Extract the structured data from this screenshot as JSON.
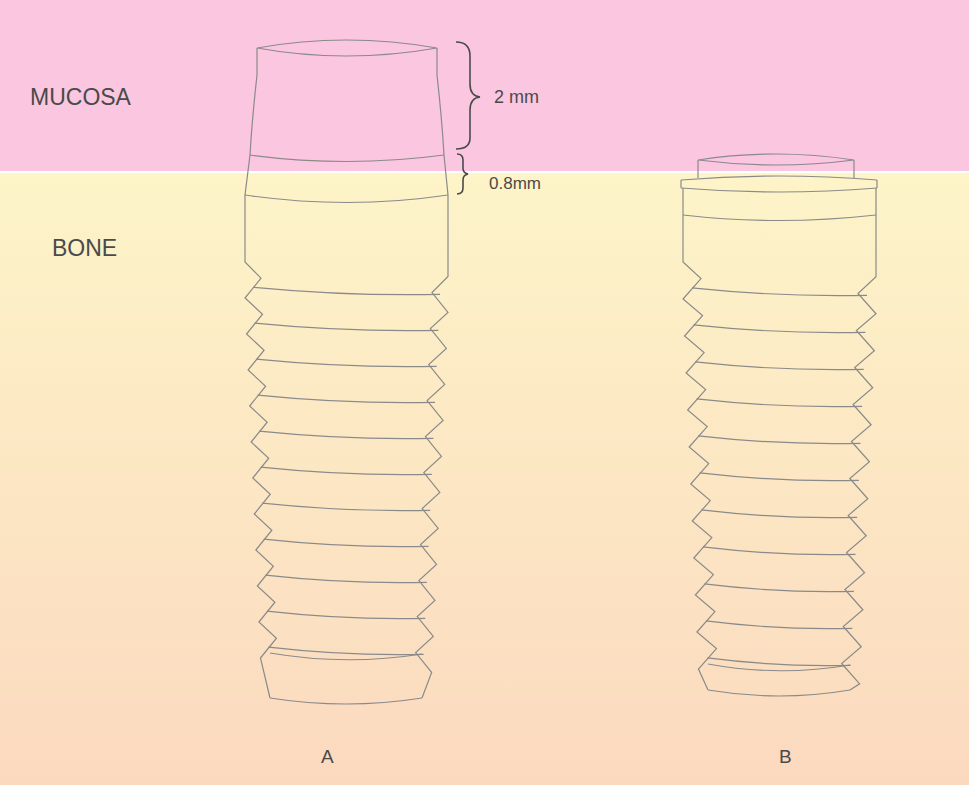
{
  "diagram": {
    "labels": [
      "MUCOSA",
      "BONE",
      "2 mm",
      "0.8mm",
      "A",
      "B"
    ]
  }
}
